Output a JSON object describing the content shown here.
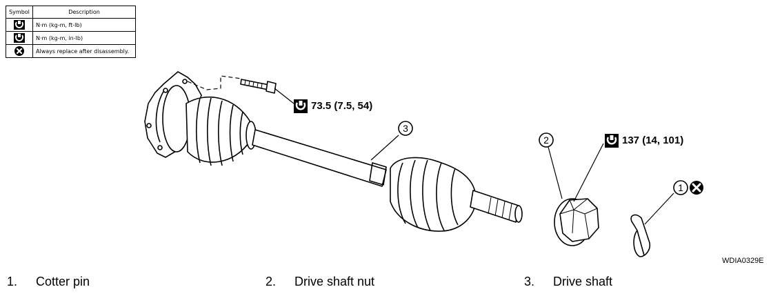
{
  "legend": {
    "header_symbol": "Symbol",
    "header_description": "Description",
    "rows": [
      {
        "icon": "torque-wrench-icon",
        "description": "N·m (kg-m, ft-lb)"
      },
      {
        "icon": "torque-wrench-alt-icon",
        "description": "N·m (kg-m, in-lb)"
      },
      {
        "icon": "replace-x-icon",
        "description": "Always replace after disassembly."
      }
    ]
  },
  "callouts": [
    {
      "number": "1",
      "icon": "replace-x-icon"
    },
    {
      "number": "2"
    },
    {
      "number": "3"
    }
  ],
  "torque": [
    {
      "icon": "torque-wrench-icon",
      "value": "73.5 (7.5, 54)"
    },
    {
      "icon": "torque-wrench-icon",
      "value": "137 (14, 101)"
    }
  ],
  "figure_code": "WDIA0329E",
  "parts": [
    {
      "number": "1.",
      "name": "Cotter pin"
    },
    {
      "number": "2.",
      "name": "Drive shaft nut"
    },
    {
      "number": "3.",
      "name": "Drive shaft"
    }
  ],
  "colors": {
    "line": "#000000",
    "background": "#ffffff"
  }
}
